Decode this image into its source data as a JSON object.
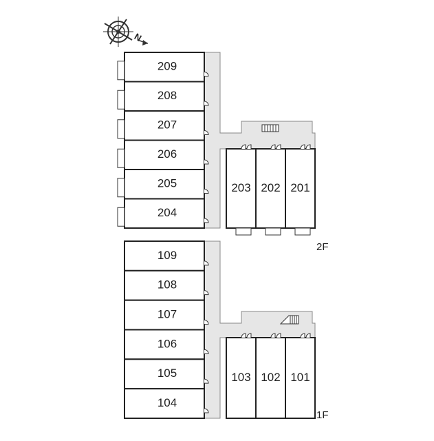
{
  "compass": {
    "icon": "compass-rose-icon",
    "north_label": "N"
  },
  "floors": [
    {
      "label": "2F",
      "left_units": [
        "209",
        "208",
        "207",
        "206",
        "205",
        "204"
      ],
      "right_units": [
        "203",
        "202",
        "201"
      ]
    },
    {
      "label": "1F",
      "left_units": [
        "109",
        "108",
        "107",
        "106",
        "105",
        "104"
      ],
      "right_units": [
        "103",
        "102",
        "101"
      ]
    }
  ],
  "colors": {
    "corridor": "#e6e6e6",
    "wall": "#222222",
    "room": "#ffffff"
  }
}
